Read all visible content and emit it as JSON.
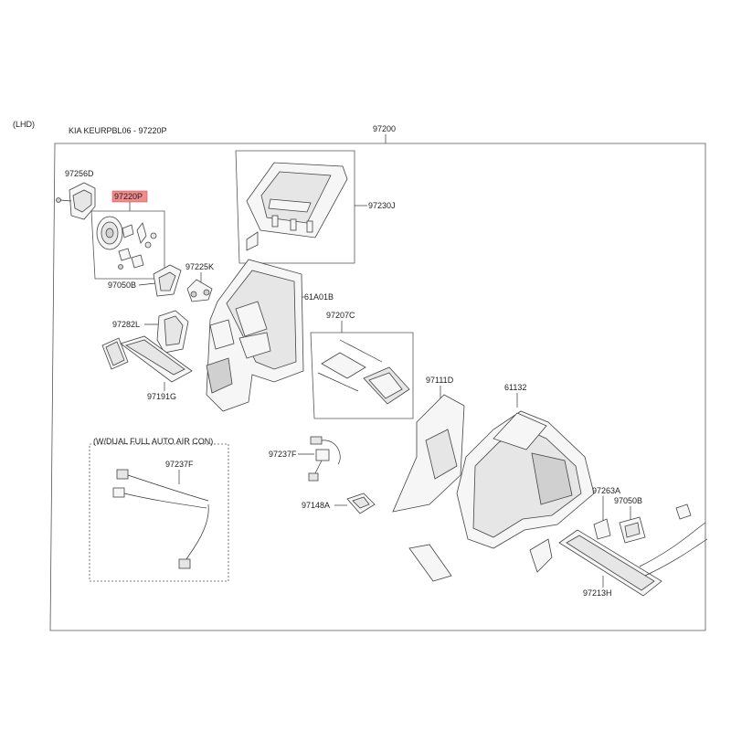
{
  "header": {
    "variant": "(LHD)",
    "catalog_ref": "KIA KEURPBL06 - 97220P"
  },
  "highlight_color": "#f28b8b",
  "dual_box_title": "(W/DUAL FULL AUTO AIR CON)",
  "parts": {
    "p97200": "97200",
    "p97256D": "97256D",
    "p97220P": "97220P",
    "p97230J": "97230J",
    "p97050B_top": "97050B",
    "p97225K": "97225K",
    "p61A01B": "61A01B",
    "p97282L": "97282L",
    "p97207C": "97207C",
    "p97191G": "97191G",
    "p97111D": "97111D",
    "p61132": "61132",
    "p97237F_mid": "97237F",
    "p97237F_box": "97237F",
    "p97148A": "97148A",
    "p97263A": "97263A",
    "p97050B_right": "97050B",
    "p97213H": "97213H"
  }
}
